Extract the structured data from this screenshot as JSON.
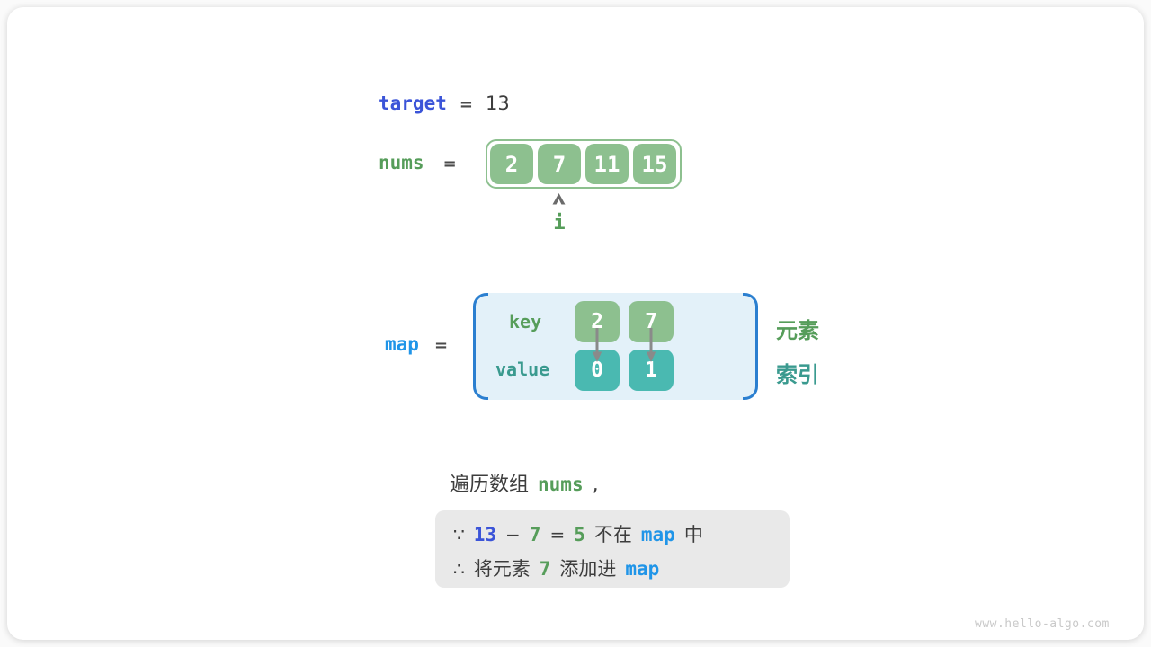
{
  "colors": {
    "indigo_blue": "#3b54d8",
    "bright_blue": "#2095e8",
    "green_text": "#569d5a",
    "teal_text": "#3a9a8f",
    "green_box": "#8dc08f",
    "teal_box": "#4ab9b1",
    "map_bg": "#e3f1f9",
    "map_bracket": "#2b7fd0",
    "dark_text": "#3d3d3d",
    "note_bg": "#e9e9e9",
    "arrow_gray": "#8a8a8a",
    "caret_gray": "#6b6b6b",
    "watermark_gray": "#c9c9c9"
  },
  "target_line": {
    "name": "target",
    "equals": "=",
    "value": "13"
  },
  "nums_line": {
    "name": "nums",
    "equals": "="
  },
  "nums_array": {
    "values": [
      "2",
      "7",
      "11",
      "15"
    ],
    "pointer": {
      "label": "i",
      "index": 1
    }
  },
  "map_section": {
    "name": "map",
    "equals": "=",
    "key_label": "key",
    "value_label": "value",
    "keys": [
      "2",
      "7"
    ],
    "values": [
      "0",
      "1"
    ],
    "element_label": "元素",
    "index_label": "索引"
  },
  "caption": {
    "prefix": "遍历数组",
    "code": "nums",
    "suffix": ","
  },
  "note_box": {
    "line1": [
      {
        "text": "∵"
      },
      {
        "text": "13"
      },
      {
        "text": "−"
      },
      {
        "text": "7"
      },
      {
        "text": "="
      },
      {
        "text": "5"
      },
      {
        "text": "不在"
      },
      {
        "text": "map"
      },
      {
        "text": "中"
      }
    ],
    "line2": [
      {
        "text": "∴"
      },
      {
        "text": "将元素"
      },
      {
        "text": "7"
      },
      {
        "text": "添加进"
      },
      {
        "text": "map"
      }
    ]
  },
  "watermark": "www.hello-algo.com"
}
